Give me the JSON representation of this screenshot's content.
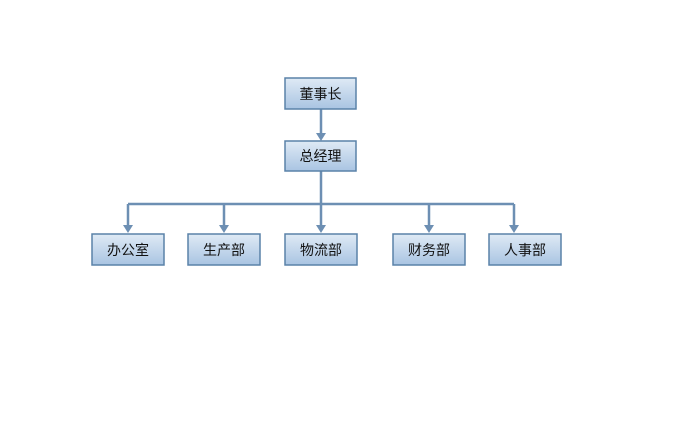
{
  "org_chart": {
    "top": {
      "label": "董事长"
    },
    "manager": {
      "label": "总经理"
    },
    "departments": [
      {
        "label": "办公室"
      },
      {
        "label": "生产部"
      },
      {
        "label": "物流部"
      },
      {
        "label": "财务部"
      },
      {
        "label": "人事部"
      }
    ]
  },
  "colors": {
    "box_top": "#dfeaf5",
    "box_bottom": "#a9c4e2",
    "border": "#5a82a8",
    "connector": "#6d8fb3",
    "text": "#111111"
  }
}
